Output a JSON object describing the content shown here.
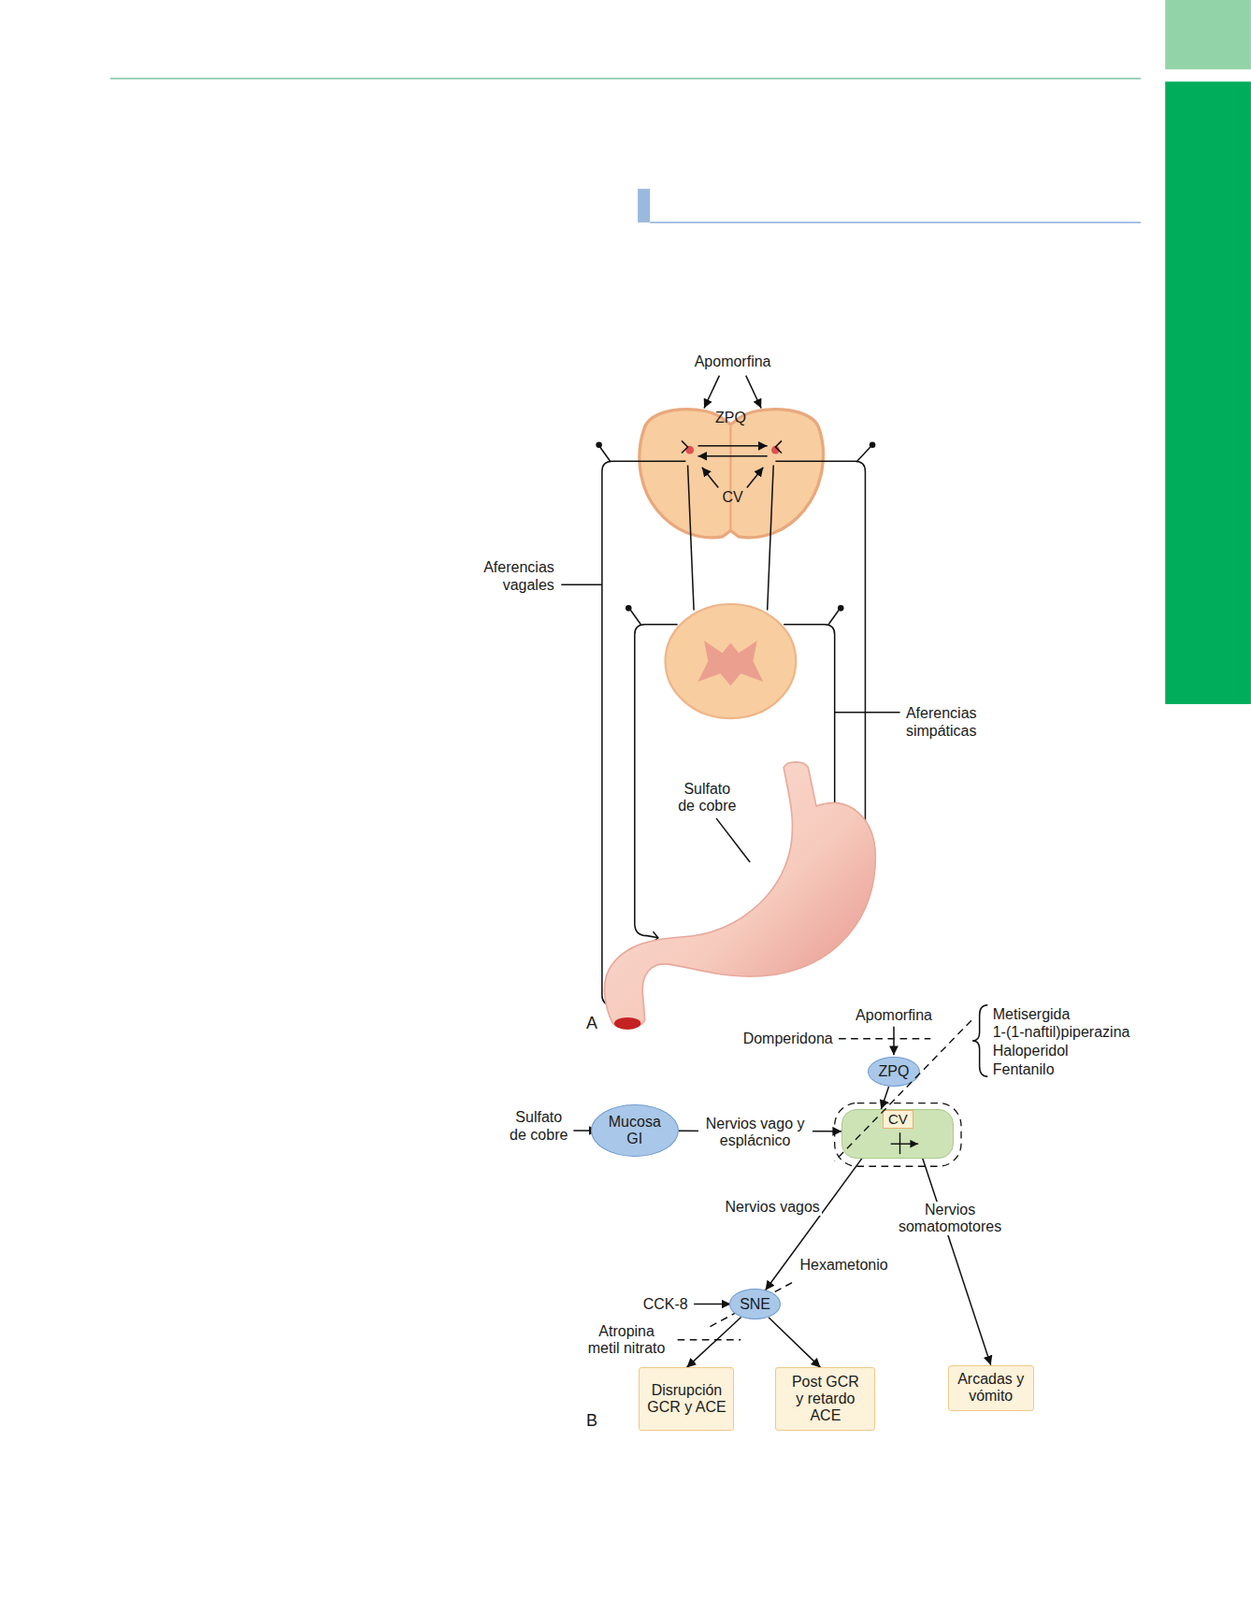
{
  "diagram": {
    "nodes": [
      {
        "text": [
          "ZPQ"
        ]
      },
      {
        "text": [
          "Mucosa GI"
        ]
      },
      {
        "text": [
          "CV"
        ]
      },
      {
        "text": [
          "SNE"
        ]
      },
      {
        "text": [
          "Disrupción GCR y ACE"
        ]
      },
      {
        "text": [
          "Post GCR y retardo ACE"
        ]
      },
      {
        "text": [
          "Arcadas y vómito"
        ]
      }
    ],
    "edges": [
      {
        "from": 0,
        "to": 2,
        "arrow": "to"
      },
      {
        "from": 1,
        "to": 2,
        "label": "Nervios vago y esplácnico",
        "arrow": "to"
      },
      {
        "from": 2,
        "to": 3,
        "label": "Nervios vagos",
        "arrow": "to"
      },
      {
        "from": 2,
        "to": 6,
        "label": "Nervios somatomotores",
        "arrow": "to"
      },
      {
        "from": 3,
        "to": 4,
        "arrow": "to"
      },
      {
        "from": 3,
        "to": 5,
        "arrow": "to"
      }
    ],
    "labels": [
      "Apomorfina",
      "ZPQ",
      "CV",
      "Aferencias vagales",
      "Aferencias simpáticas",
      "Sulfato de cobre",
      "A",
      "Apomorfina",
      "Domperidona",
      "Metisergida",
      "1-(1-naftil)piperazina",
      "Haloperidol",
      "Fentanilo",
      "Sulfato de cobre",
      "Hexametonio",
      "CCK-8",
      "Atropina metil nitrato",
      "B"
    ]
  }
}
